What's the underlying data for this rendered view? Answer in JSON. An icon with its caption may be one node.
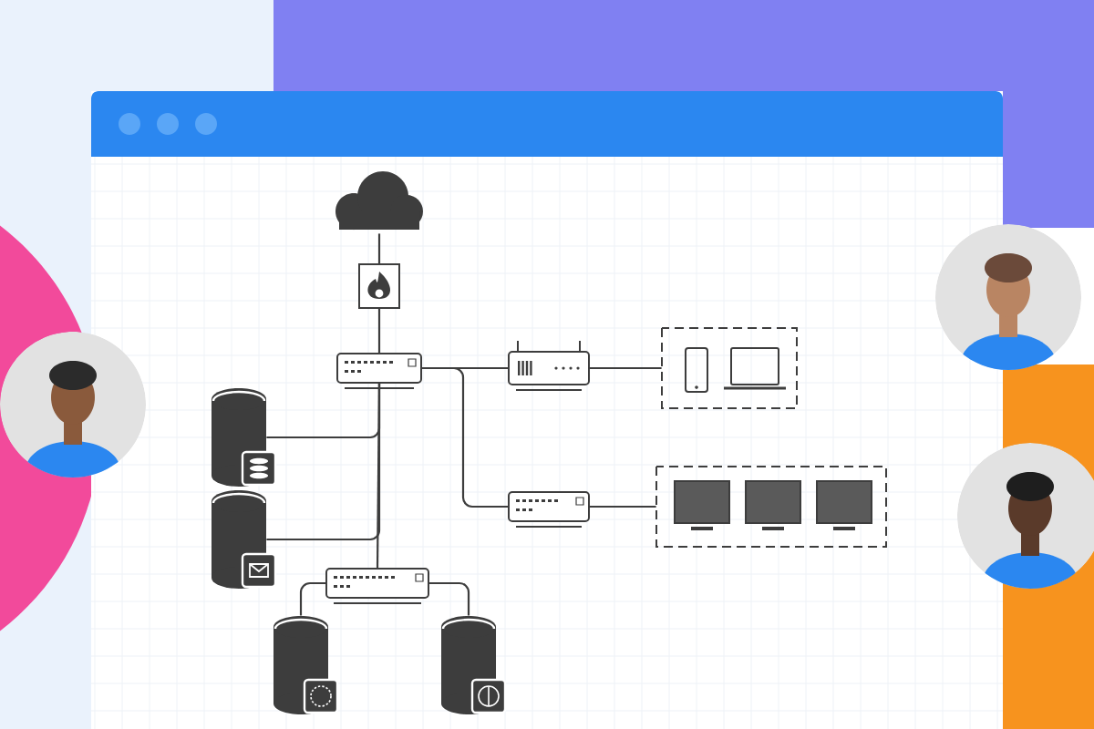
{
  "diagram": {
    "nodes": [
      {
        "text": [],
        "shape": "cloud"
      },
      {
        "text": [],
        "shape": "picture"
      },
      {
        "text": [],
        "shape": "box"
      },
      {
        "text": [],
        "shape": "box"
      },
      {
        "text": [],
        "shape": "box"
      },
      {
        "text": [],
        "shape": "phone",
        "in": 4
      },
      {
        "text": [],
        "shape": "laptop",
        "in": 4
      },
      {
        "text": [],
        "shape": "box"
      },
      {
        "text": [],
        "shape": "box"
      },
      {
        "text": [],
        "shape": "monitor",
        "in": 8
      },
      {
        "text": [],
        "shape": "monitor",
        "in": 8
      },
      {
        "text": [],
        "shape": "monitor",
        "in": 8
      },
      {
        "text": [],
        "shape": "cylinder"
      },
      {
        "text": [],
        "shape": "cylinder"
      },
      {
        "text": [],
        "shape": "box"
      },
      {
        "text": [],
        "shape": "cylinder"
      },
      {
        "text": [],
        "shape": "cylinder"
      }
    ],
    "edges": [
      {
        "from": 0,
        "to": 1,
        "arrow": "none"
      },
      {
        "from": 1,
        "to": 2,
        "arrow": "none"
      },
      {
        "from": 2,
        "to": 3,
        "arrow": "none"
      },
      {
        "from": 3,
        "to": 4,
        "arrow": "none"
      },
      {
        "from": 2,
        "to": 7,
        "arrow": "none"
      },
      {
        "from": 7,
        "to": 8,
        "arrow": "none"
      },
      {
        "from": 2,
        "to": 12,
        "arrow": "none"
      },
      {
        "from": 2,
        "to": 13,
        "arrow": "none"
      },
      {
        "from": 2,
        "to": 14,
        "arrow": "none"
      },
      {
        "from": 14,
        "to": 15,
        "arrow": "none"
      },
      {
        "from": 14,
        "to": 16,
        "arrow": "none"
      }
    ]
  }
}
